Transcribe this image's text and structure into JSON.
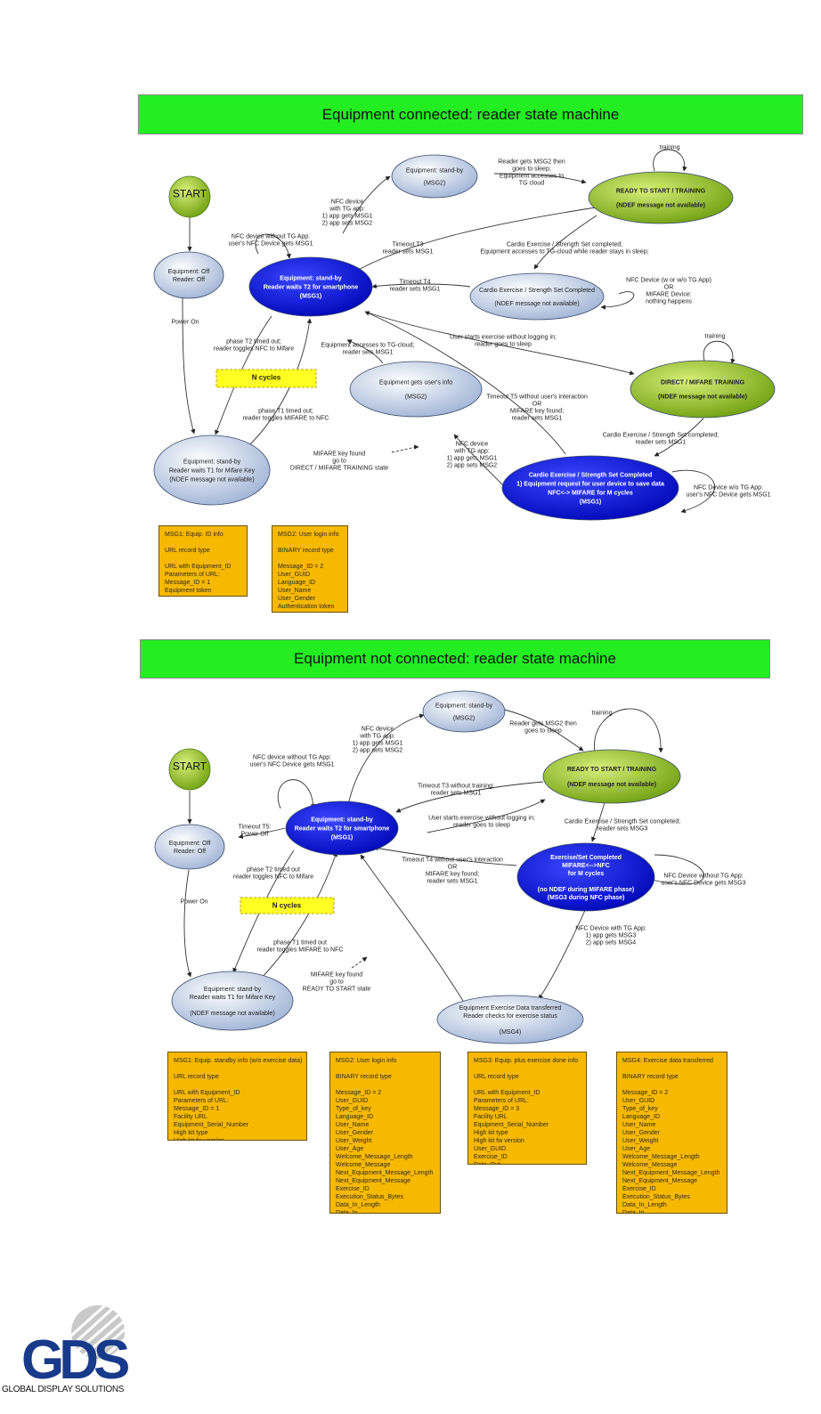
{
  "top": {
    "banner": "Equipment connected: reader state machine",
    "nodes": {
      "start": "START",
      "equip_off": [
        "Equipment: Off",
        "Reader: Off"
      ],
      "standby_msg2": [
        "Equipment: stand-by",
        "(MSG2)"
      ],
      "ready": [
        "READY TO START / TRAINING",
        "(NDEF message not available)"
      ],
      "standby_t2": [
        "Equipment: stand-by",
        "Reader waits T2 for smartphone",
        "(MSG1)"
      ],
      "cardio": [
        "Cardio Exercise / Strength Set Completed",
        "(NDEF message not available)"
      ],
      "gets_user": [
        "Equipment gets user's info",
        "(MSG2)"
      ],
      "direct": [
        "DIRECT / MIFARE TRAINING",
        "(NDEF message not available)"
      ],
      "standby_t1": [
        "Equipment: stand-by",
        "Reader waits T1 for Mifare Key",
        "(NDEF message not available)"
      ],
      "cardio_msg1": [
        "Cardio Exercise / Strength Set Completed",
        "1) Equipment request for user device to save data",
        "NFC<-> MIFARE for M cycles",
        "(MSG1)"
      ],
      "n_cycles": "N cycles"
    },
    "labels": {
      "nfc_tg_app": [
        "NFC device",
        "with TG app:",
        "1) app gets MSG1",
        "2) app sets MSG2"
      ],
      "gets_msg2_sleep": [
        "Reader gets MSG2 then",
        "goes to sleep;",
        "Equipment accesses to",
        "TG cloud"
      ],
      "training_1": "training",
      "nfc_without_tg": [
        "NFC device without TG App:",
        "user's NFC Device gets MSG1"
      ],
      "timeout_t3": [
        "Timeout T3",
        "reader sets MSG1"
      ],
      "cardio_completed_sleep": [
        "Cardio Exercise / Strength Set completed;",
        "Equipment accesses to TG-cloud while reader stays in sleep;"
      ],
      "power_on": "Power On",
      "timeout_t4": [
        "Timeout T4",
        "reader sets MSG1"
      ],
      "nfc_w_wo": [
        "NFC Device (w or w/o TG App)",
        "OR",
        "MIFARE Device:",
        "nothing happens"
      ],
      "user_starts": [
        "User starts exercise without logging in;",
        "reader goes to sleep"
      ],
      "phase_t2": [
        "phase T2 timed out;",
        "reader toggles NFC to Mifare"
      ],
      "accesses_cloud": [
        "Equipment accesses to TG-cloud;",
        "reader sets MSG1"
      ],
      "training_2": "training",
      "timeout_t5": [
        "Timeout T5 without user's interaction",
        "OR",
        "MIFARE key found;",
        "reader sets MSG1"
      ],
      "phase_t1": [
        "phase T1 timed out;",
        "reader toggles MIFARE to NFC"
      ],
      "cardio_set_msg1": [
        "Cardio Exercise / Strength Set completed;",
        "reader sets MSG1"
      ],
      "mifare_found": [
        "MIFARE key found",
        "go to",
        "DIRECT / MIFARE TRAINING state"
      ],
      "nfc_tg_app_2": [
        "NFC device",
        "with TG app:",
        "1) app gets MSG1",
        "2) app sets MSG2"
      ],
      "nfc_wo_tg_2": [
        "NFC Device w/o TG App:",
        "user's NFC Device gets MSG1"
      ]
    },
    "boxes": [
      [
        "MSG1: Equip. ID info",
        "",
        "URL record type",
        "",
        "URL with Equipment_ID",
        "Parameters of URL:",
        "Message_ID = 1",
        "Equipment token"
      ],
      [
        "MSG2: User login info",
        "",
        "BINARY record type",
        "",
        "Message_ID = 2",
        "User_GUID",
        "Language_ID",
        "User_Name",
        "User_Gender",
        "Authentication token"
      ]
    ]
  },
  "bottom": {
    "banner": "Equipment not connected: reader state machine",
    "nodes": {
      "standby_msg2": [
        "Equipment: stand-by",
        "(MSG2)"
      ],
      "start": "START",
      "ready": [
        "READY TO START / TRAINING",
        "(NDEF message not available)"
      ],
      "standby_t2": [
        "Equipment: stand-by",
        "Reader waits T2 for smartphone",
        "(MSG1)"
      ],
      "equip_off": [
        "Equipment: Off",
        "Reader: Off"
      ],
      "exercise_set": [
        "Exercise/Set Completed",
        "MIFARE<-->NFC",
        "for M cycles",
        "",
        "(no NDEF during MIFARE phase)",
        "(MSG3 during NFC phase)"
      ],
      "n_cycles": "N cycles",
      "standby_t1": [
        "Equipment: stand-by",
        "Reader waits T1 for Mifare Key",
        "",
        "(NDEF message not available)"
      ],
      "data_transferred": [
        "Equipment Exercise Data transferred",
        "Reader checks for exercise status",
        "",
        "(MSG4)"
      ]
    },
    "labels": {
      "nfc_tg_app": [
        "NFC device",
        "with TG app:",
        "1) app gets MSG1",
        "2) app sets MSG2"
      ],
      "gets_msg2_sleep": [
        "Reader gets MSG2 then",
        "goes to sleep"
      ],
      "training": "training",
      "nfc_without_tg": [
        "NFC device without TG App:",
        "user's NFC Device gets MSG1"
      ],
      "timeout_t3": [
        "Timeout T3 without training;",
        "reader sets MSG1"
      ],
      "timeout_t5": [
        "Timeout T5:",
        "Power Off"
      ],
      "user_starts": [
        "User starts exercise without logging in;",
        "reader goes to sleep"
      ],
      "cardio_set_msg3": [
        "Cardio Exercise / Strength Set completed;",
        "reader sets MSG3"
      ],
      "phase_t2": [
        "phase T2 timed out",
        "reader toggles NFC to Mifare"
      ],
      "timeout_t4": [
        "Timeout T4 without user's interaction",
        "OR",
        "MIFARE key found;",
        "reader sets MSG1"
      ],
      "nfc_wo_tg": [
        "NFC Device without TG App:",
        "user's NFC Device gets MSG3"
      ],
      "power_on": "Power On",
      "nfc_with_tg": [
        "NFC Device with TG App:",
        "1) app gets MSG3",
        "2) app sets MSG4"
      ],
      "phase_t1": [
        "phase T1 timed out",
        "reader toggles MIFARE to NFC"
      ],
      "mifare_found": [
        "MIFARE key found",
        "go to",
        "READY TO START state"
      ]
    },
    "boxes": [
      [
        "MSG1: Equip. standby info (w/o exercise data)",
        "",
        "URL record type",
        "",
        "URL with Equipment_ID",
        "Parameters of URL:",
        "Message_ID = 1",
        "Facility URL",
        "Equipment_Serial_Number",
        "High kit type",
        "High kit fw version"
      ],
      [
        "MSG2: User login info",
        "",
        "BINARY record type",
        "",
        "Message_ID = 2",
        "User_GUID",
        "Type_of_key",
        "Language_ID",
        "User_Name",
        "User_Gender",
        "User_Weight",
        "User_Age",
        "Welcome_Message_Length",
        "Welcome_Message",
        "Next_Equipment_Message_Length",
        "Next_Equipment_Message",
        "Exercise_ID",
        "Execution_Status_Bytes",
        "Data_In_Length",
        "Data_In"
      ],
      [
        "MSG3: Equip. plus exercise done info",
        "",
        "URL record type",
        "",
        "URL with Equipment_ID",
        "Parameters of URL:",
        "Message_ID = 3",
        "Facility URL",
        "Equipment_Serial_Number",
        "High kit type",
        "High kit fw version",
        "User_GUID",
        "Exercise_ID",
        "Data_Out"
      ],
      [
        "MSG4: Exercise data transferred",
        "",
        "BINARY record type",
        "",
        "Message_ID = 2",
        "User_GUID",
        "Type_of_key",
        "Language_ID",
        "User_Name",
        "User_Gender",
        "User_Weight",
        "User_Age",
        "Welcome_Message_Length",
        "Welcome_Message",
        "Next_Equipment_Message_Length",
        "Next_Equipment_Message",
        "Exercise_ID",
        "Execution_Status_Bytes",
        "Data_In_Length",
        "Data_In"
      ]
    ]
  },
  "logo": {
    "mark": "GDS",
    "text": "GLOBAL DISPLAY SOLUTIONS"
  },
  "colors": {
    "banner": "#22ee22",
    "box": "#f7b800",
    "blue_state": "#0a14e0",
    "green_state": "#8fc21a",
    "pale_state": "#c5d3ea"
  }
}
